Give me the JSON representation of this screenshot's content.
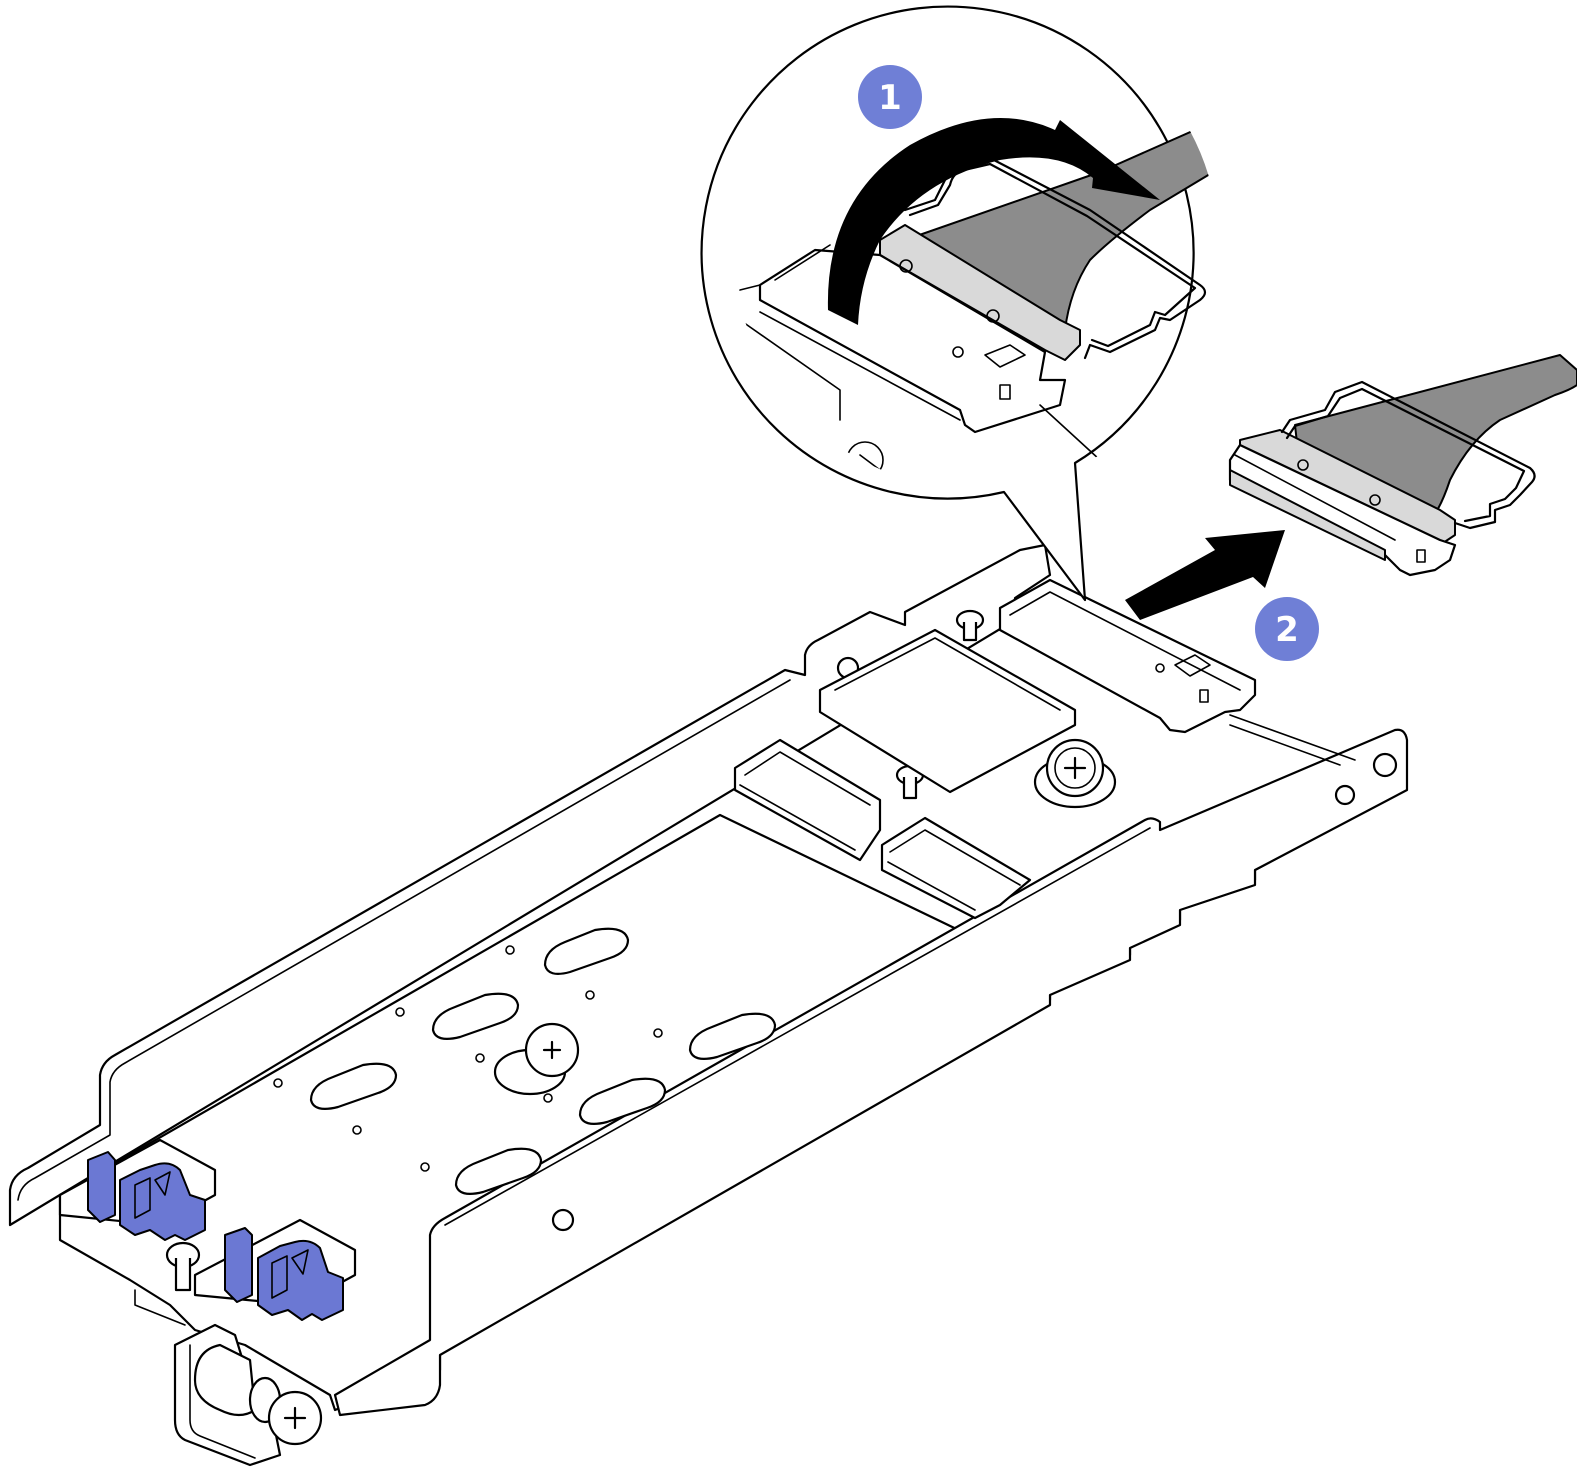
{
  "figure": {
    "steps": [
      {
        "number": "1",
        "action": "rotate-cable-latch",
        "color": "#6f7fd6"
      },
      {
        "number": "2",
        "action": "pull-connector-out",
        "color": "#6f7fd6"
      }
    ],
    "colors": {
      "latch": "#6b78d3",
      "cable": "#8c8c8c",
      "connector_plate": "#d9d9d9",
      "line": "#000000",
      "background": "#ffffff"
    },
    "icons": [
      "rotation-arrow-icon",
      "direction-arrow-icon",
      "screw-icon"
    ]
  }
}
